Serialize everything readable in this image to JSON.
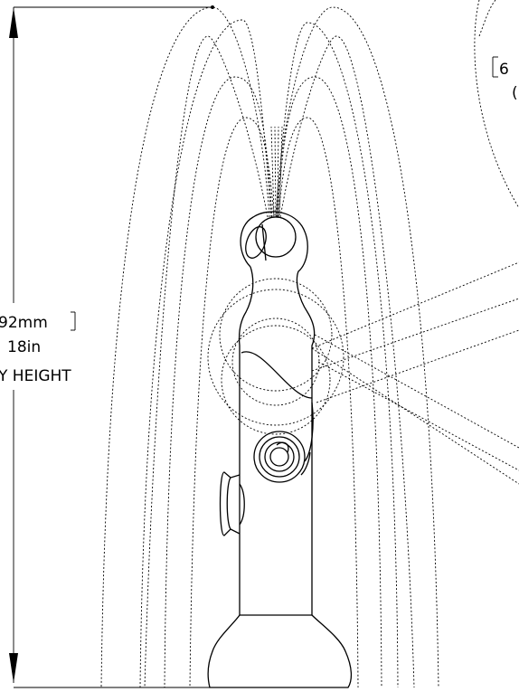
{
  "dimension_left": {
    "metric": "92mm",
    "imperial": "18in",
    "label": "Y HEIGHT"
  },
  "dimension_right": {
    "metric": "6",
    "imperial": "("
  }
}
